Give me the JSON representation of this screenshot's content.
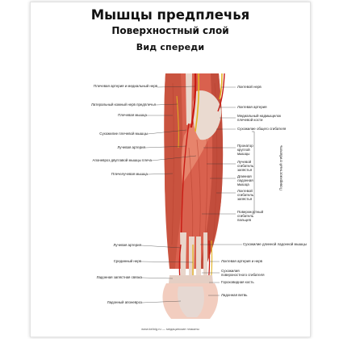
{
  "poster": {
    "title": "Мышцы предплечья",
    "subtitle": "Поверхностный слой",
    "view": "Вид спереди",
    "footer": "www.kelnig.ru — медицинские плакаты",
    "group_label": "Поверхностный сгибатель",
    "colors": {
      "muscle": "#d9614e",
      "muscle_light": "#eb8f78",
      "tendon": "#e9d6cb",
      "artery": "#c81a13",
      "nerve": "#e3b320",
      "skin": "#f2cdbf"
    }
  },
  "labels_left": [
    "Плечевая артерия и медиальный нерв",
    "Латеральный кожный нерв предплечья",
    "Плечевая мышца",
    "Сухожилие плечевой мышцы",
    "Лучевая артерия",
    "Апоневроз двуглавой мышцы плеча",
    "Плечелучевая мышца",
    "Лучевая артерия",
    "Срединный нерв",
    "Ладонная запястная связка",
    "Ладонный апоневроз"
  ],
  "labels_right": [
    "Локтевой нерв",
    "Локтевая артерия",
    "Медиальный надмыщелок плечевой кости",
    "Сухожилие общего сгибателя",
    "Пронатор круглой мышцы",
    "Лучевой сгибатель запястья",
    "Длинная ладонная мышца",
    "Локтевой сгибатель запястья",
    "Поверхностный сгибатель пальцев",
    "Сухожилие длинной ладонной мышцы",
    "Локтевая артерия и нерв",
    "Сухожилия поверхностного сгибателя",
    "Гороховидная кость",
    "Ладонная ветвь"
  ]
}
